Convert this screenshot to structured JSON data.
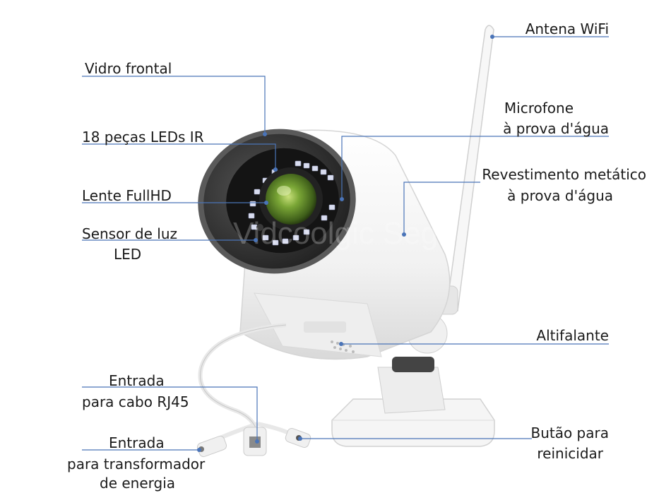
{
  "labels": {
    "antena_wifi": "Antena WiFi",
    "vidro_frontal": "Vidro frontal",
    "microfone_l1": "Microfone",
    "microfone_l2": "à prova d'água",
    "leds_ir": "18 peças LEDs IR",
    "revestimento_l1": "Revestimento metático",
    "revestimento_l2": "à prova d'água",
    "lente": "Lente FullHD",
    "sensor_l1": "Sensor de luz",
    "sensor_l2": "LED",
    "altifalante": "Altifalante",
    "rj45_l1": "Entrada",
    "rj45_l2": "para cabo RJ45",
    "botao_l1": "Butão para",
    "botao_l2": "reinicidar",
    "energia_l1": "Entrada",
    "energia_l2": "para transformador",
    "energia_l3": "de energia"
  },
  "watermark": "Vidcoolgic Segu",
  "colors": {
    "leader_line": "#4a74b8",
    "camera_body": "#f4f4f4",
    "lens_green": "#5f8c2a",
    "ir_led": "#d8dcef",
    "bezel": "#2b2b2b"
  }
}
